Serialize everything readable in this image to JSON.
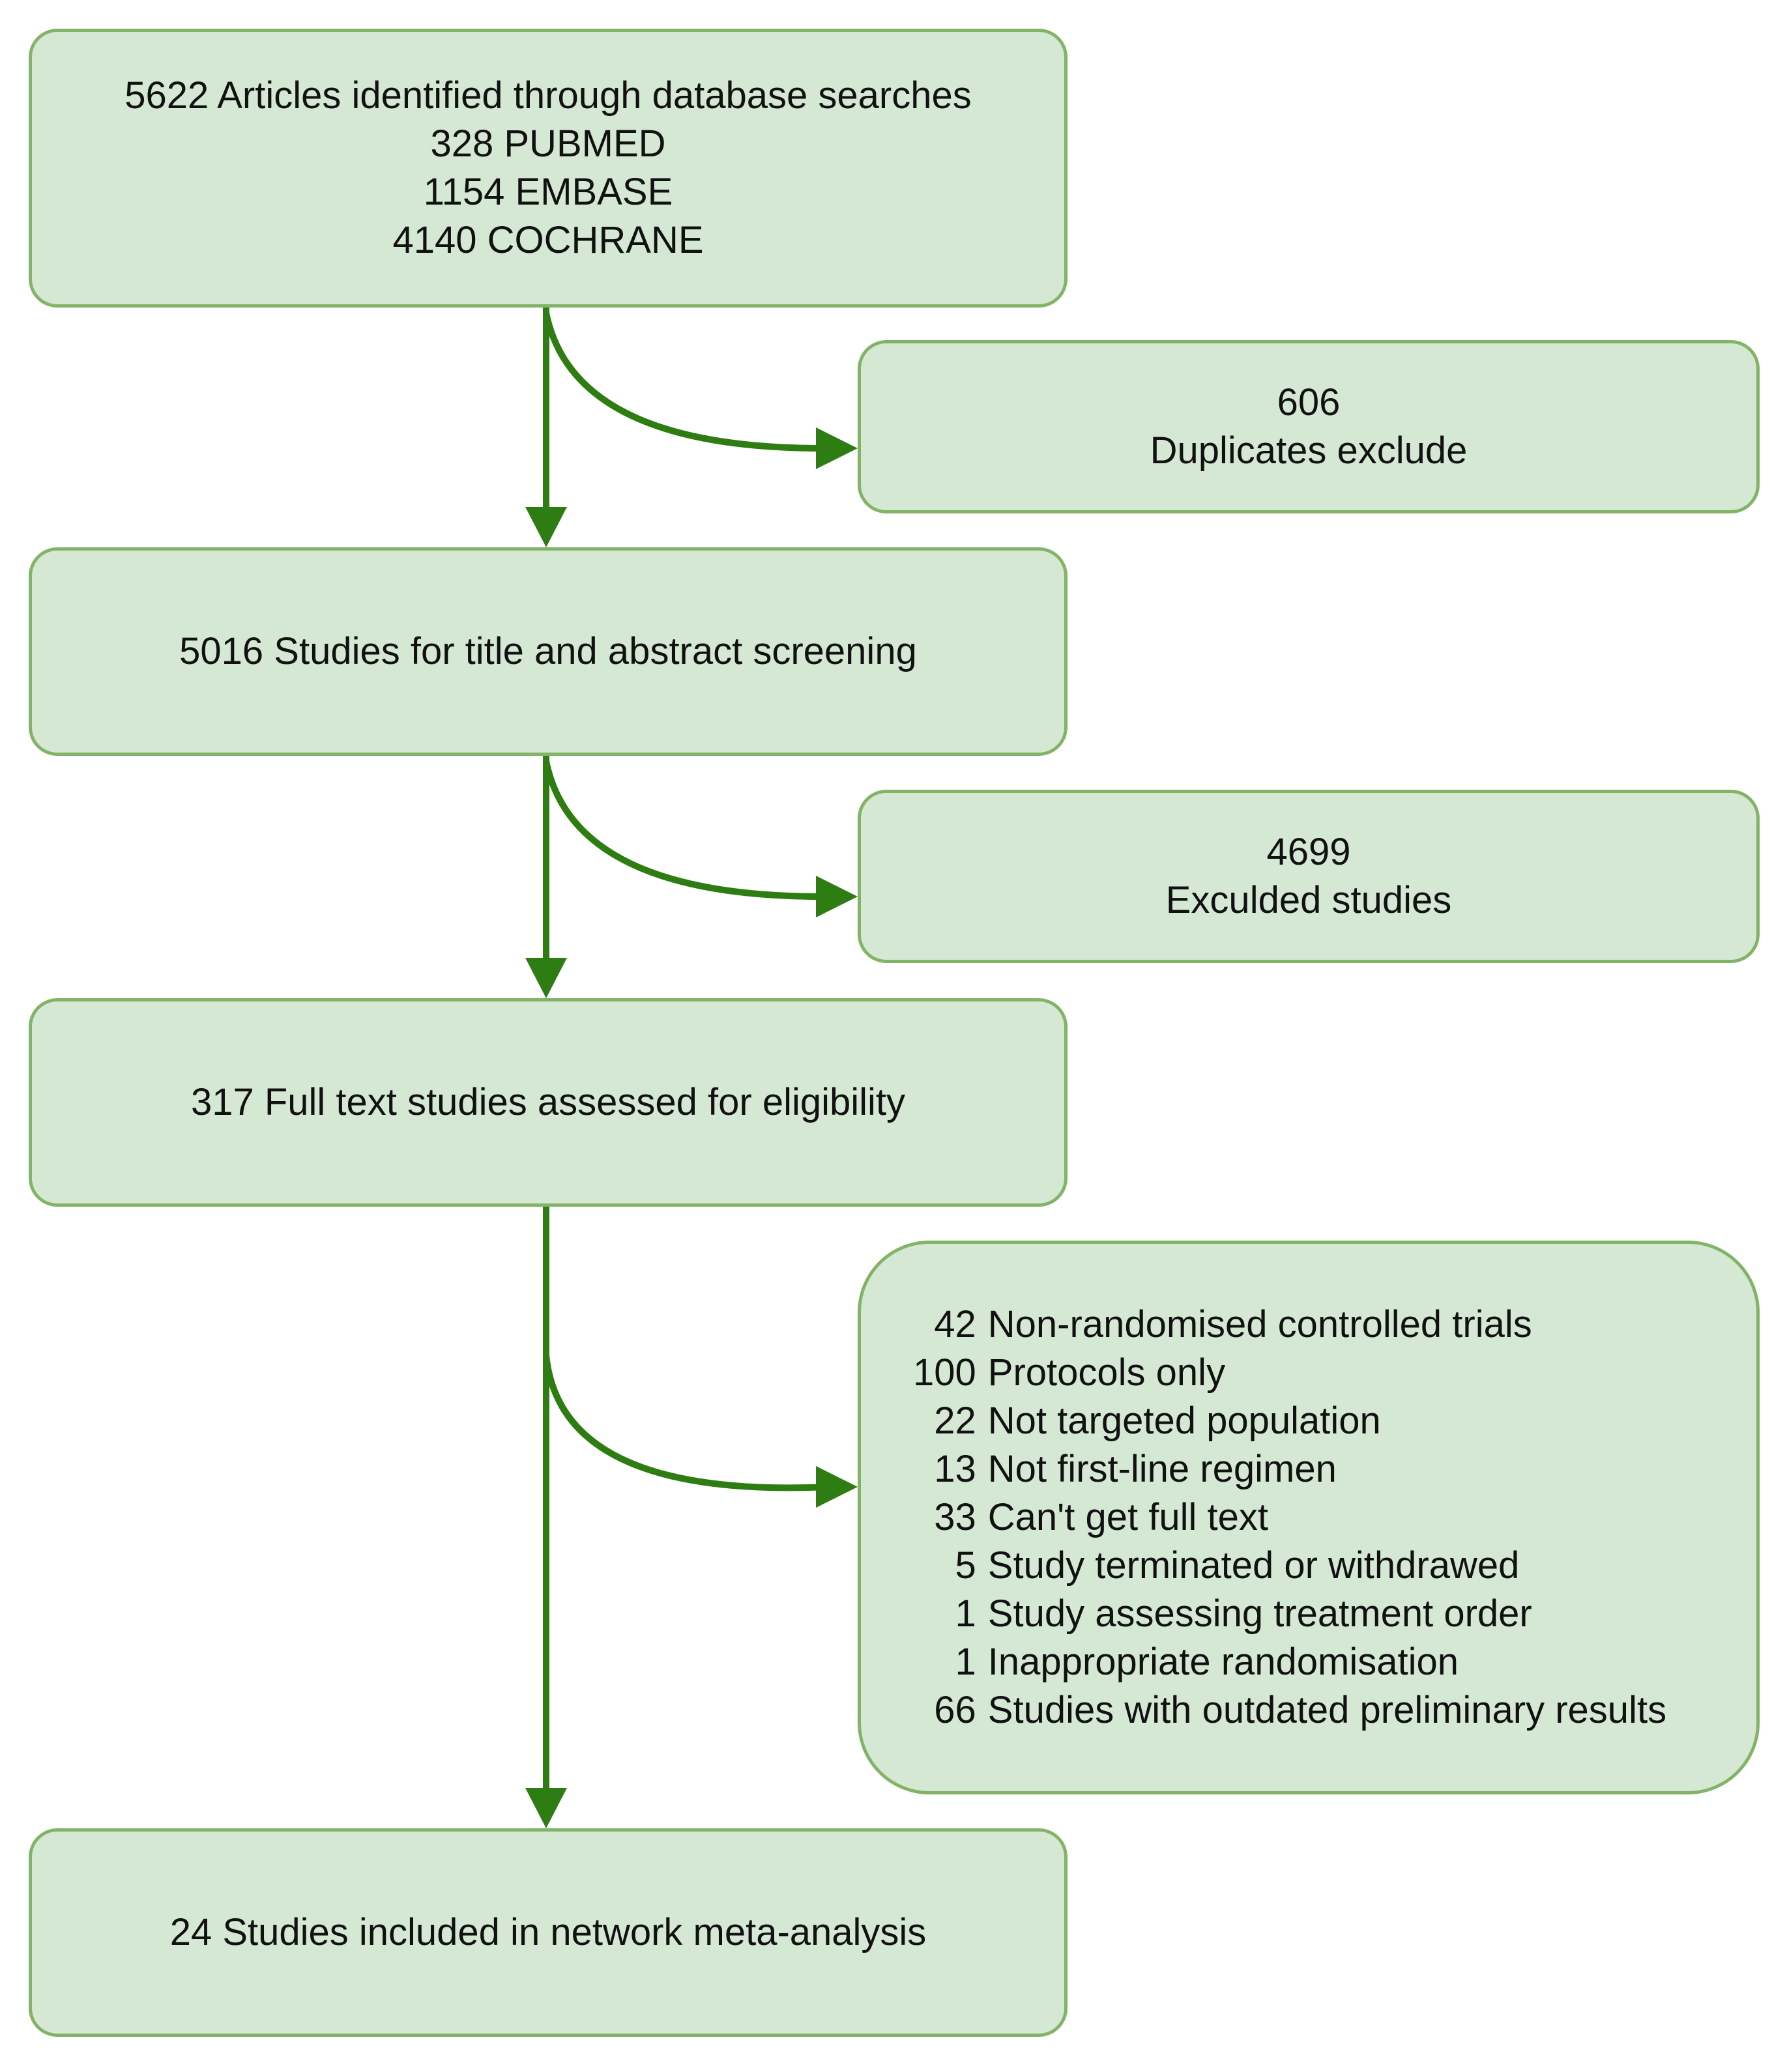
{
  "colors": {
    "box_fill": "#d5e8d4",
    "box_stroke": "#82b366",
    "arrow": "#2e7d12"
  },
  "identification": {
    "title": "5622 Articles identified through database searches",
    "sources": [
      "328 PUBMED",
      "1154 EMBASE",
      "4140 COCHRANE"
    ]
  },
  "duplicates": {
    "count": "606",
    "label": "Duplicates exclude"
  },
  "screening": {
    "label": "5016 Studies for title and abstract screening"
  },
  "excluded": {
    "count": "4699",
    "label": "Exculded studies"
  },
  "fulltext": {
    "label": "317 Full text studies assessed for eligibility"
  },
  "reasons": [
    {
      "count": "42",
      "label": "Non-randomised controlled trials"
    },
    {
      "count": "100",
      "label": "Protocols only"
    },
    {
      "count": "22",
      "label": "Not targeted population"
    },
    {
      "count": "13",
      "label": "Not first-line regimen"
    },
    {
      "count": "33",
      "label": "Can't get full text"
    },
    {
      "count": "5",
      "label": "Study terminated or withdrawed"
    },
    {
      "count": "1",
      "label": "Study assessing treatment order"
    },
    {
      "count": "1",
      "label": "Inappropriate randomisation"
    },
    {
      "count": "66",
      "label": "Studies with outdated preliminary results"
    }
  ],
  "included": {
    "label": "24 Studies included in network meta-analysis"
  }
}
